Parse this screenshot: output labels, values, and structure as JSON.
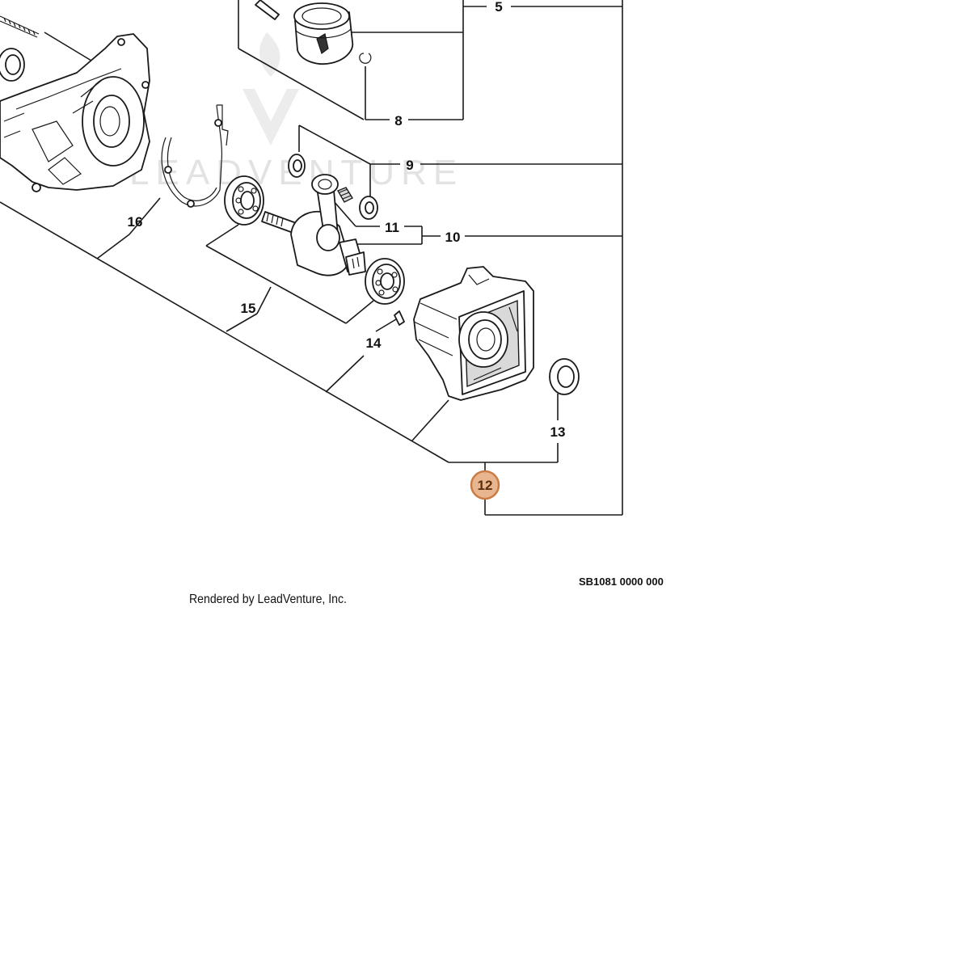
{
  "diagram": {
    "callouts": {
      "c5": "5",
      "c8": "8",
      "c9": "9",
      "c10": "10",
      "c11": "11",
      "c12": "12",
      "c13": "13",
      "c14": "14",
      "c15": "15",
      "c16": "16"
    },
    "highlighted_callout": "12",
    "highlight_color": "#e8b58e",
    "watermark_text": "LEADVENTURE",
    "part_number": "SB1081 0000 000",
    "credit": "Rendered by LeadVenture, Inc."
  }
}
